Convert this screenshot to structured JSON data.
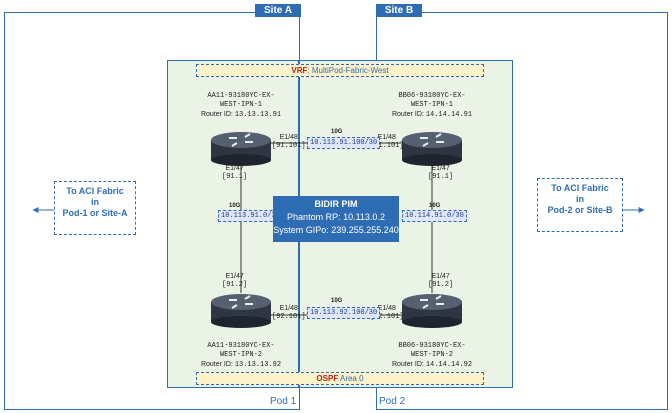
{
  "sites": {
    "a": {
      "label": "Site A"
    },
    "b": {
      "label": "Site B"
    }
  },
  "pods": {
    "p1": {
      "label": "Pod 1"
    },
    "p2": {
      "label": "Pod 2"
    }
  },
  "vrf_banner": {
    "key": "VRF",
    "value": ": MultiPod-Fabric-West"
  },
  "ospf_banner": {
    "key": "OSPF",
    "value": " Area 0"
  },
  "pim": {
    "title": "BIDIR PIM",
    "phantom_rp": "Phantom RP: 10.113.0.2",
    "gipo": "System GIPo: 239.255.255.240"
  },
  "fabric_left": {
    "line1": "To ACI Fabric",
    "line2": "in",
    "line3": "Pod-1 or Site-A"
  },
  "fabric_right": {
    "line1": "To ACI Fabric",
    "line2": "in",
    "line3": "Pod-2 or Site-B"
  },
  "switches": {
    "tl": {
      "name1": "AA11-93180YC-EX-",
      "name2": "WEST-IPN-1",
      "rid_label": "Router ID: ",
      "rid": "13.13.13.91"
    },
    "tr": {
      "name1": "BB06-93180YC-EX-",
      "name2": "WEST-IPN-1",
      "rid_label": "Router ID: ",
      "rid": "14.14.14.91"
    },
    "bl": {
      "name1": "AA11-93180YC-EX-",
      "name2": "WEST-IPN-2",
      "rid_label": "Router ID: ",
      "rid": "13.13.13.92"
    },
    "br": {
      "name1": "BB06-93180YC-EX-",
      "name2": "WEST-IPN-2",
      "rid_label": "Router ID: ",
      "rid": "14.14.14.92"
    }
  },
  "ports": {
    "tl_e48": {
      "if": "E1/48",
      "sub": "[91.101]"
    },
    "tl_e47": {
      "if": "E1/47",
      "sub": "[91.1]"
    },
    "tr_e48": {
      "if": "E1/48",
      "sub": "[91.101]"
    },
    "tr_e47": {
      "if": "E1/47",
      "sub": "[91.1]"
    },
    "bl_e47": {
      "if": "E1/47",
      "sub": "[91.2]"
    },
    "bl_e48": {
      "if": "E1/48",
      "sub": "[92.101]"
    },
    "br_e47": {
      "if": "E1/47",
      "sub": "[91.2]"
    },
    "br_e48": {
      "if": "E1/48",
      "sub": "[92.101]"
    }
  },
  "links": {
    "top": {
      "speed": "10G",
      "subnet": "10.113.91.100/30"
    },
    "left": {
      "speed": "10G",
      "subnet": "10.113.91.0/30"
    },
    "right": {
      "speed": "10G",
      "subnet": "10.114.91.0/30"
    },
    "bottom": {
      "speed": "10G",
      "subnet": "10.113.92.100/30"
    }
  },
  "colors": {
    "accent": "#2e6db4",
    "pod_bg": "#eaf3e6",
    "banner_bg": "#fbf2c9",
    "banner_key": "#c0201a"
  }
}
